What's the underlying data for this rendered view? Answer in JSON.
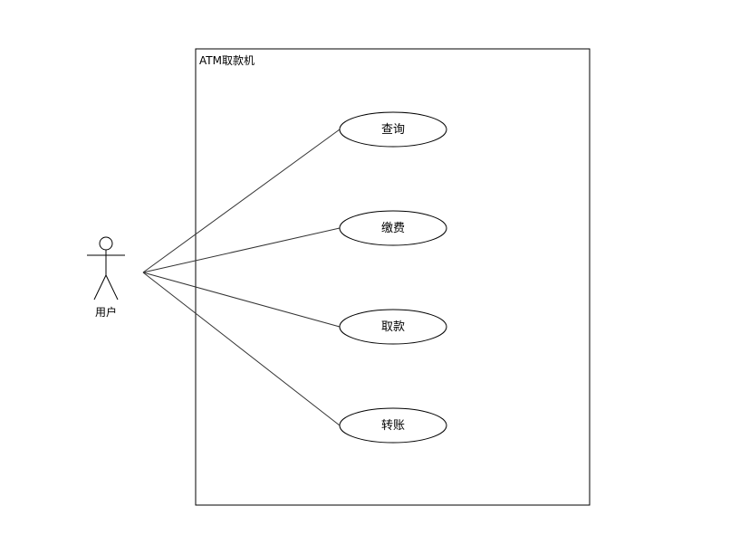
{
  "system": {
    "title": "ATM取款机"
  },
  "actor": {
    "label": "用户"
  },
  "use_cases": [
    {
      "label": "查询"
    },
    {
      "label": "缴费"
    },
    {
      "label": "取款"
    },
    {
      "label": "转账"
    }
  ],
  "colors": {
    "stroke": "#000000",
    "association": "#333333",
    "fill": "#ffffff"
  }
}
